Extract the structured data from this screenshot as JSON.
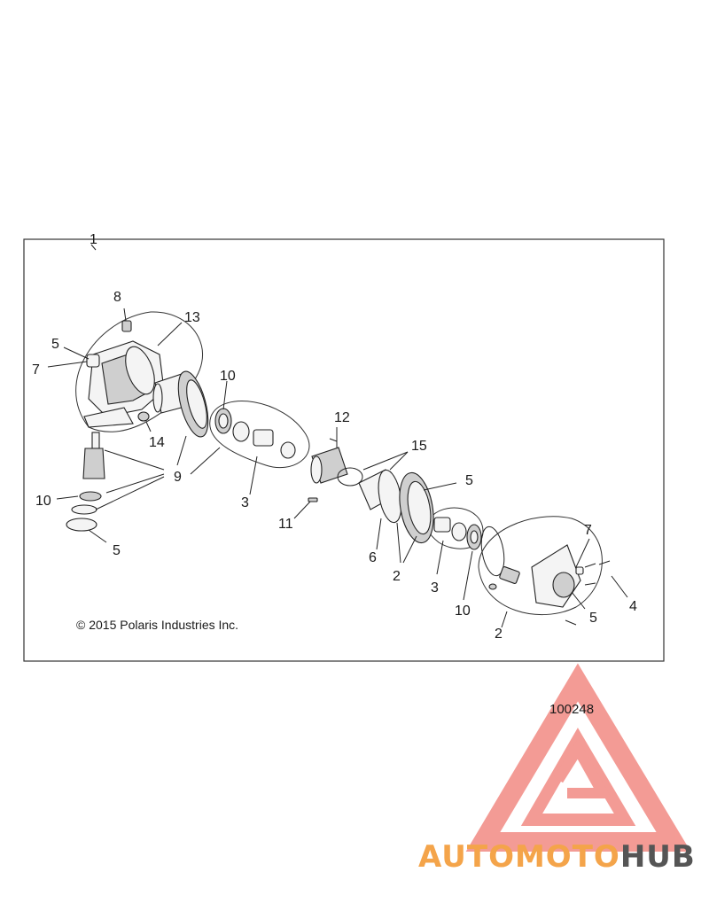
{
  "diagram": {
    "callouts": {
      "c1": "1",
      "c2a": "2",
      "c2b": "2",
      "c3a": "3",
      "c3b": "3",
      "c4": "4",
      "c5a": "5",
      "c5b": "5",
      "c5c": "5",
      "c5d": "5",
      "c6": "6",
      "c7a": "7",
      "c7b": "7",
      "c8": "8",
      "c9": "9",
      "c10a": "10",
      "c10b": "10",
      "c10c": "10",
      "c11": "11",
      "c12": "12",
      "c13": "13",
      "c14": "14",
      "c15": "15"
    },
    "copyright": "© 2015 Polaris Industries Inc.",
    "figure_id": "100248"
  },
  "watermark": {
    "part1": "AUTOMOTO",
    "part2": "HUB",
    "colors": {
      "red": "#e8403a",
      "orange": "#f4a44a",
      "gray": "#555555"
    }
  }
}
